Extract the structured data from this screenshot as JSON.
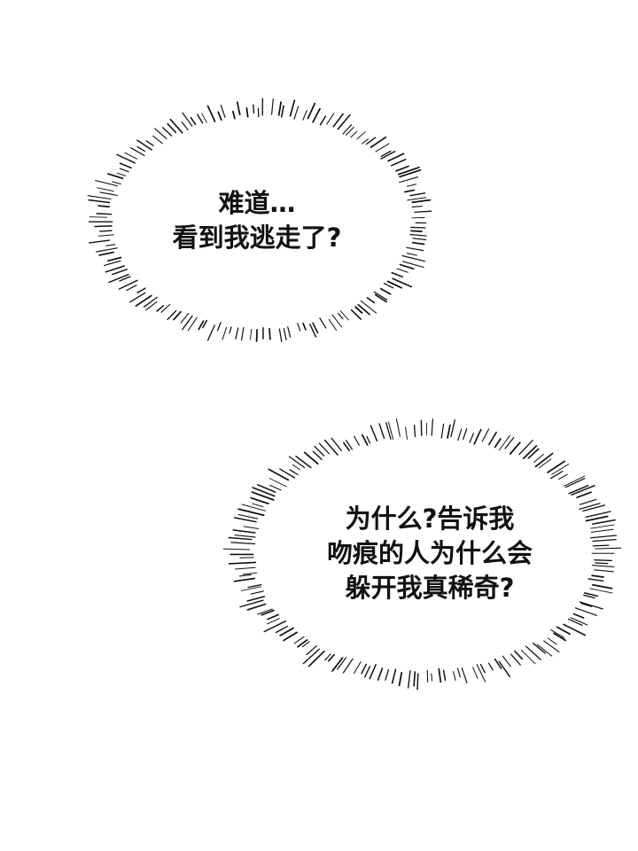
{
  "panel": {
    "background": "#ffffff",
    "ink_color": "#111111"
  },
  "bubbles": [
    {
      "shape": "thought-burst",
      "lines": [
        "难道…",
        "看到我逃走了?"
      ]
    },
    {
      "shape": "thought-burst",
      "lines": [
        "为什么?告诉我",
        "吻痕的人为什么会",
        "躲开我真稀奇?"
      ]
    }
  ]
}
